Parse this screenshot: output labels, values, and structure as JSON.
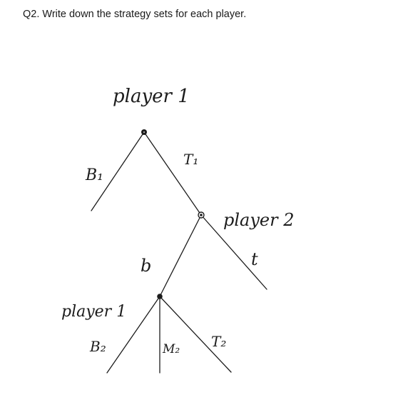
{
  "question": {
    "text": "Q2. Write down the strategy sets for each player."
  },
  "game_tree": {
    "node_labels": {
      "root": "player 1",
      "second": "player 2",
      "third": "player 1"
    },
    "edge_labels": {
      "B1": "B₁",
      "T1": "T₁",
      "b": "b",
      "t": "t",
      "B2": "B₂",
      "M2": "M₂",
      "T2": "T₂"
    }
  }
}
